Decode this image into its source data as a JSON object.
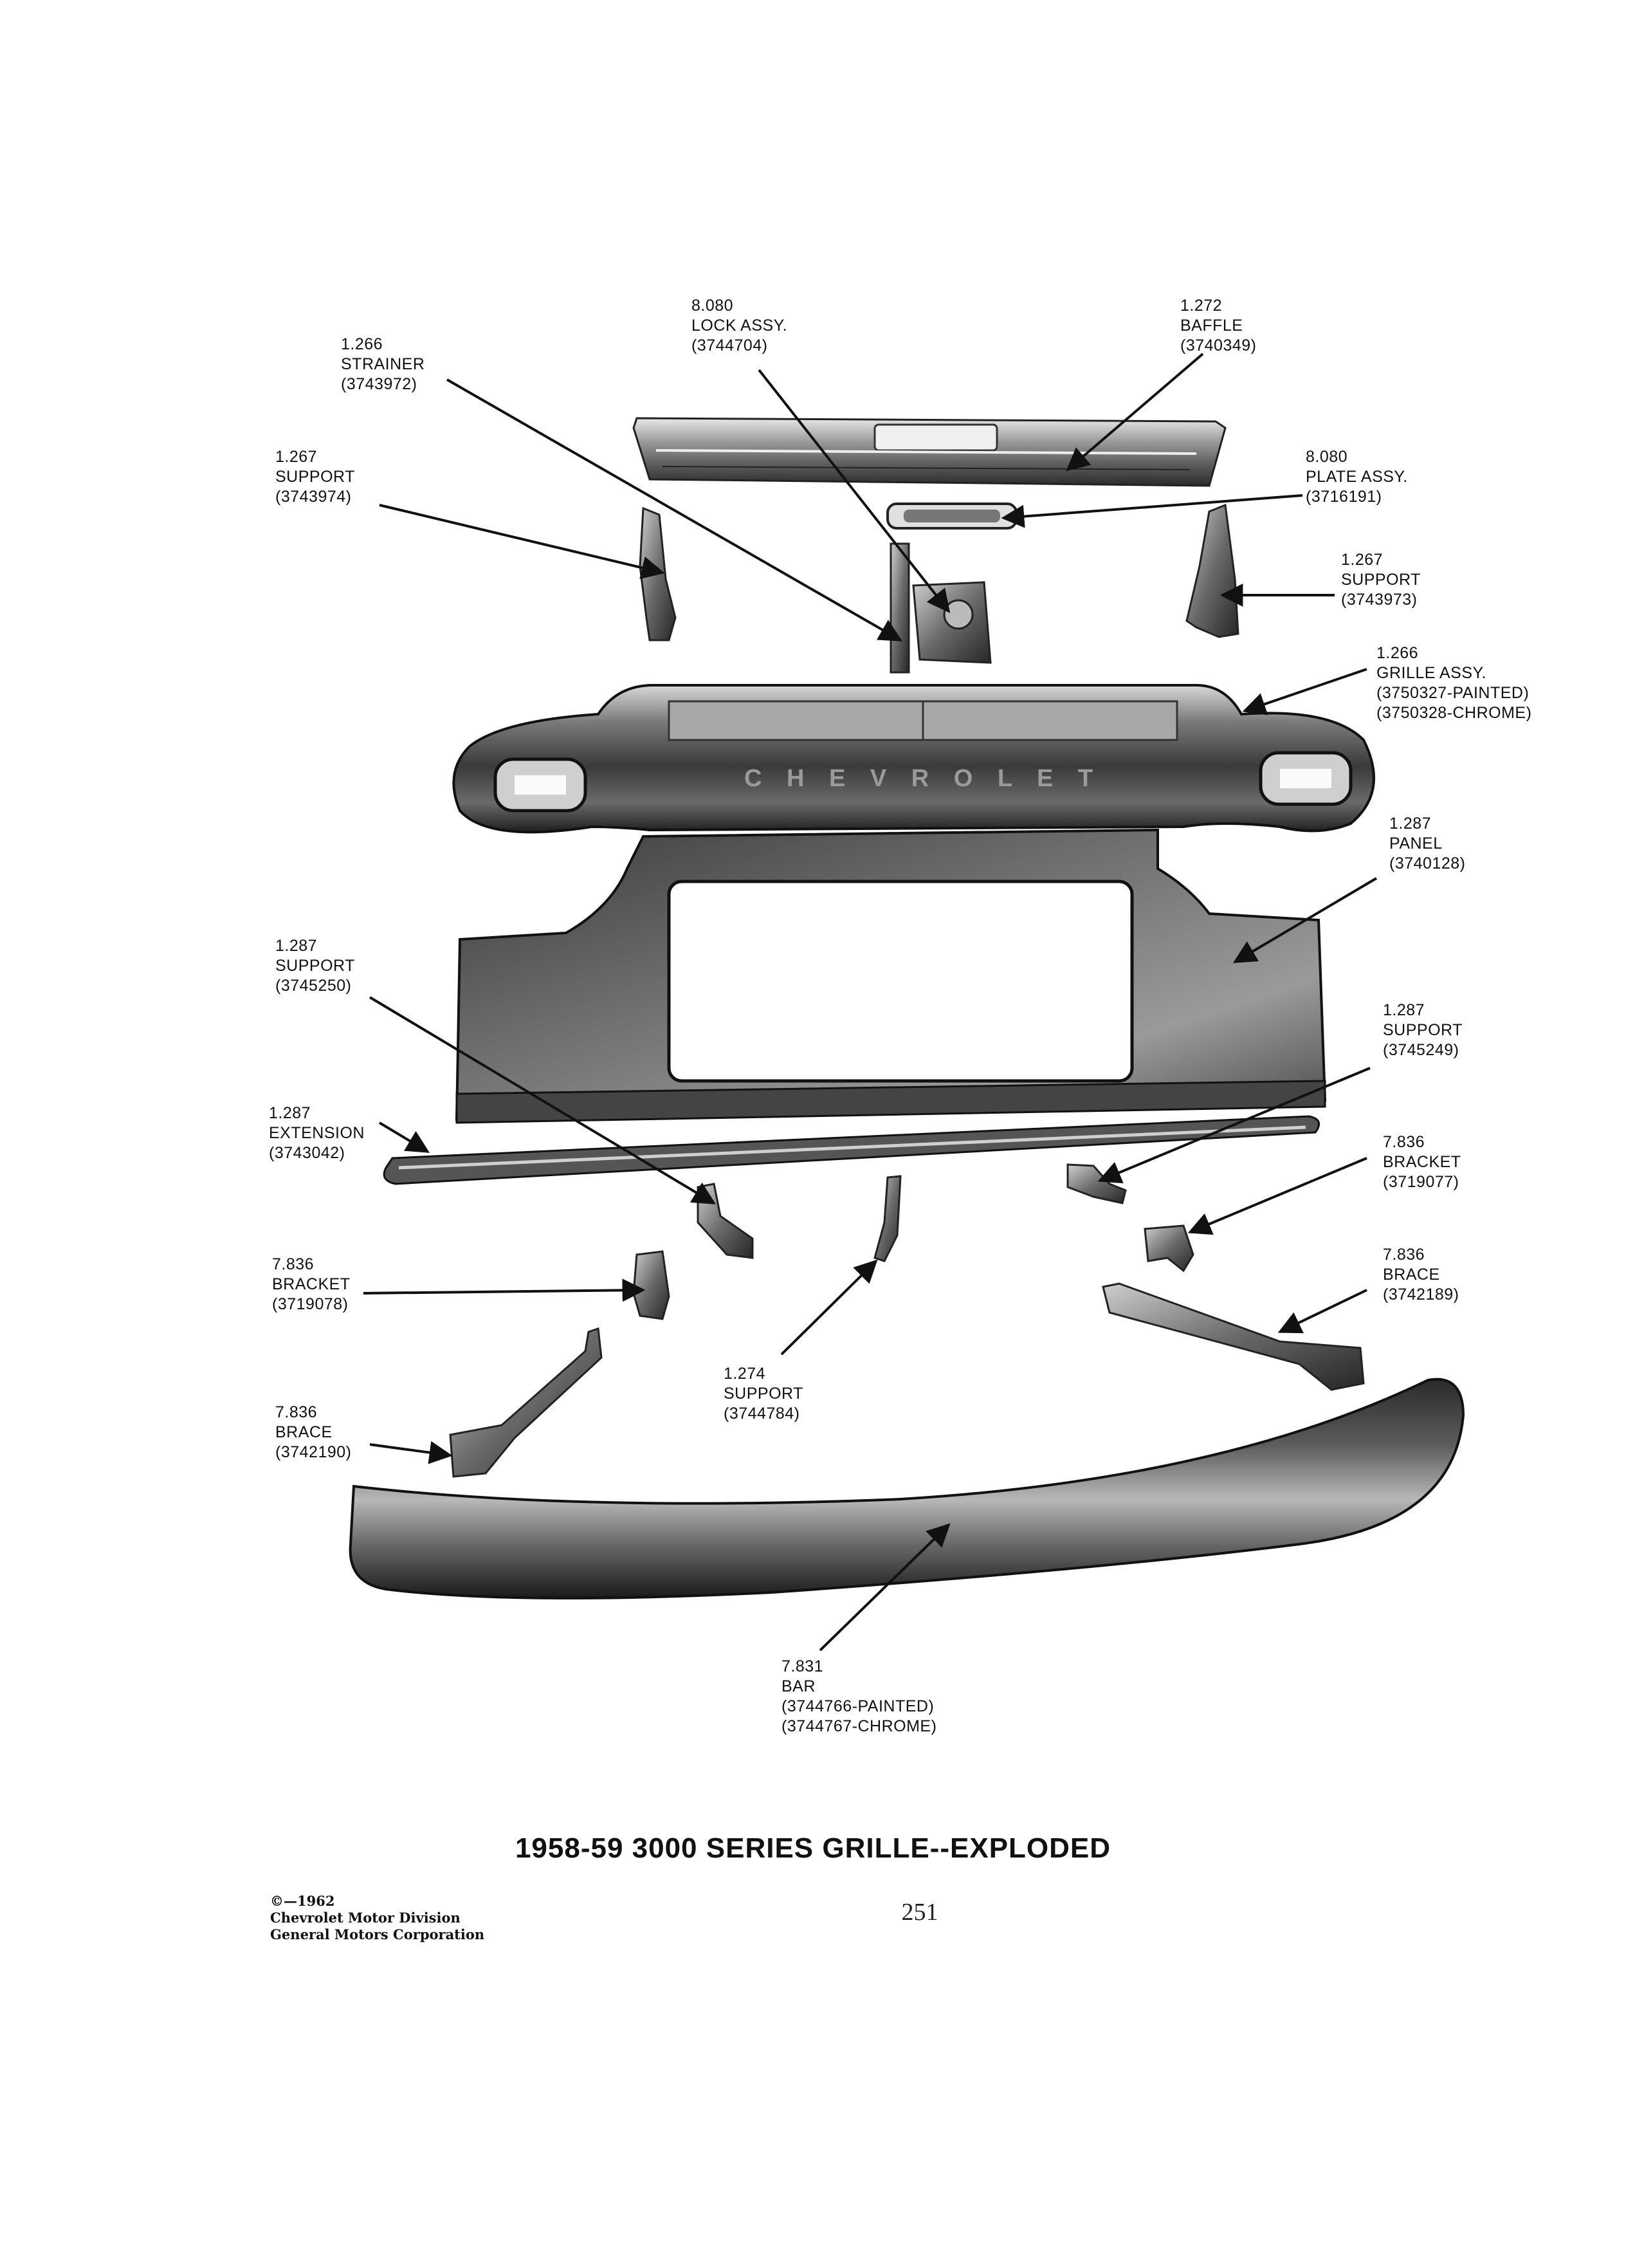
{
  "title": "1958-59 3000 SERIES GRILLE--EXPLODED",
  "page_number": "251",
  "copyright": {
    "line1": "©—1962",
    "line2": "Chevrolet Motor Division",
    "line3": "General Motors Corporation"
  },
  "labels": {
    "strainer": {
      "code": "1.266",
      "name": "STRAINER",
      "part": "(3743972)"
    },
    "lock_assy": {
      "code": "8.080",
      "name": "LOCK ASSY.",
      "part": "(3744704)"
    },
    "baffle": {
      "code": "1.272",
      "name": "BAFFLE",
      "part": "(3740349)"
    },
    "support_left_top": {
      "code": "1.267",
      "name": "SUPPORT",
      "part": "(3743974)"
    },
    "plate_assy": {
      "code": "8.080",
      "name": "PLATE ASSY.",
      "part": "(3716191)"
    },
    "support_right_top": {
      "code": "1.267",
      "name": "SUPPORT",
      "part": "(3743973)"
    },
    "grille_assy": {
      "code": "1.266",
      "name": "GRILLE ASSY.",
      "part": "(3750327-PAINTED)",
      "part2": "(3750328-CHROME)"
    },
    "panel": {
      "code": "1.287",
      "name": "PANEL",
      "part": "(3740128)"
    },
    "support_left_mid": {
      "code": "1.287",
      "name": "SUPPORT",
      "part": "(3745250)"
    },
    "support_right_mid": {
      "code": "1.287",
      "name": "SUPPORT",
      "part": "(3745249)"
    },
    "extension": {
      "code": "1.287",
      "name": "EXTENSION",
      "part": "(3743042)"
    },
    "bracket_right": {
      "code": "7.836",
      "name": "BRACKET",
      "part": "(3719077)"
    },
    "bracket_left": {
      "code": "7.836",
      "name": "BRACKET",
      "part": "(3719078)"
    },
    "brace_right": {
      "code": "7.836",
      "name": "BRACE",
      "part": "(3742189)"
    },
    "support_center": {
      "code": "1.274",
      "name": "SUPPORT",
      "part": "(3744784)"
    },
    "brace_left": {
      "code": "7.836",
      "name": "BRACE",
      "part": "(3742190)"
    },
    "bar": {
      "code": "7.831",
      "name": "BAR",
      "part": "(3744766-PAINTED)",
      "part2": "(3744767-CHROME)"
    }
  },
  "grille_lettering": "C H E V R O L E T"
}
